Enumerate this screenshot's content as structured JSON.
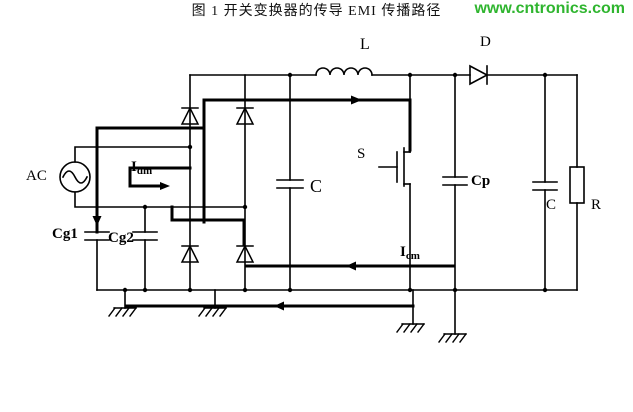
{
  "figure": {
    "caption": "图 1 开关变换器的传导 EMI 传播路径",
    "watermark": "www.cntronics.com"
  },
  "labels": {
    "ac": "AC",
    "cg1": "Cg1",
    "cg2": "Cg2",
    "idm_base": "I",
    "idm_sub": "dm",
    "icm_base": "I",
    "icm_sub": "cm",
    "inductor": "L",
    "diode": "D",
    "switch": "S",
    "cap_bulk": "C",
    "cap_parasitic": "Cp",
    "cap_output": "C",
    "resistor": "R"
  },
  "colors": {
    "line": "#000000",
    "watermark_green": "#2fb52f",
    "background": "#ffffff"
  }
}
